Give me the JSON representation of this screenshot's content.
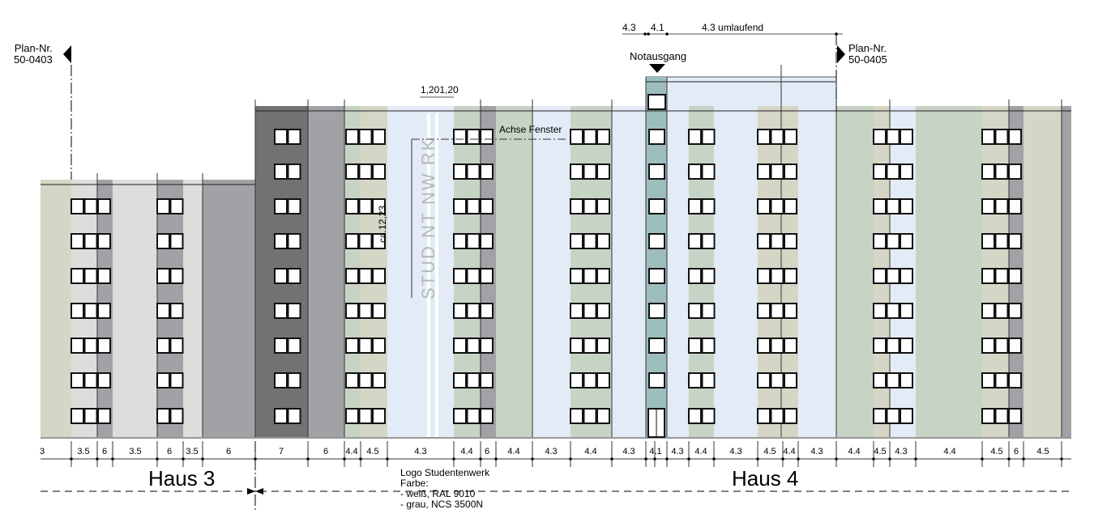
{
  "plan_refs": [
    {
      "label": "Plan-Nr.",
      "number": "50-0403"
    },
    {
      "label": "Plan-Nr.",
      "number": "50-0405"
    }
  ],
  "top_dimensions": [
    "4.3",
    "4.1",
    "4.3 umlaufend"
  ],
  "notausgang": "Notausgang",
  "logo_dimension": "1,201,20",
  "achse_label": "Achse Fenster",
  "height_dimension": "ca.12,23",
  "logo_text": "STUD NT NW RK",
  "bottom_dimensions": [
    "3",
    "3.5",
    "6",
    "3.5",
    "6",
    "3.5",
    "6",
    "7",
    "6",
    "4.4",
    "4.5",
    "4.3",
    "4.4",
    "6",
    "4.4",
    "4.3",
    "4.4",
    "4.3",
    "4.1",
    "4.3",
    "4.4",
    "4.3",
    "4.5",
    "4.4",
    "4.3",
    "4.4",
    "4.5",
    "4.3",
    "4.4",
    "4.5",
    "6",
    "4.5"
  ],
  "houses": [
    "Haus 3",
    "Haus 4"
  ],
  "logo_note": {
    "title": "Logo Studentenwerk",
    "line1": "Farbe:",
    "line2": "- weiß, RAL 9010",
    "line3": "- grau, NCS 3500N"
  },
  "colors": {
    "dark_grey": "#737271",
    "grey": "#a1a2a6",
    "light_grey": "#dcdedb",
    "beige": "#d5d6c6",
    "green": "#c7d3c5",
    "light_blue": "#e3ebf6",
    "teal": "#9dbdbd"
  }
}
